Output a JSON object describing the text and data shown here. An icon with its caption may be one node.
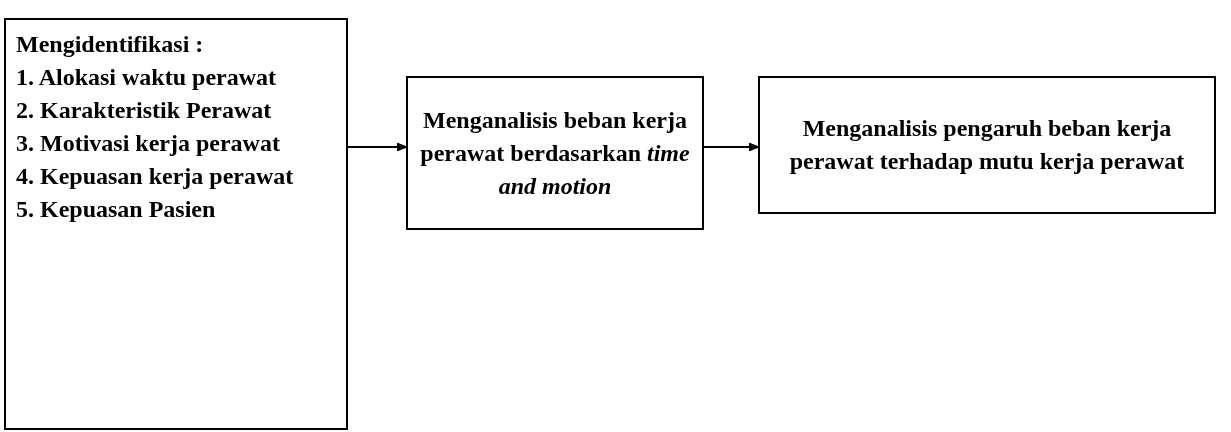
{
  "diagram": {
    "nodes": [
      {
        "text": [
          "Mengidentifikasi :",
          "1. Alokasi waktu perawat",
          "2. Karakteristik Perawat",
          "3. Motivasi kerja perawat",
          "4. Kepuasan kerja perawat",
          "5. Kepuasan Pasien"
        ]
      },
      {
        "text": [
          "Menganalisis beban kerja perawat berdasarkan *time and motion*"
        ]
      },
      {
        "text": [
          "Menganalisis pengaruh beban kerja perawat terhadap mutu kerja perawat"
        ]
      }
    ],
    "edges": [
      {
        "from": 0,
        "to": 1,
        "arrow": "to"
      },
      {
        "from": 1,
        "to": 2,
        "arrow": "to"
      }
    ]
  }
}
